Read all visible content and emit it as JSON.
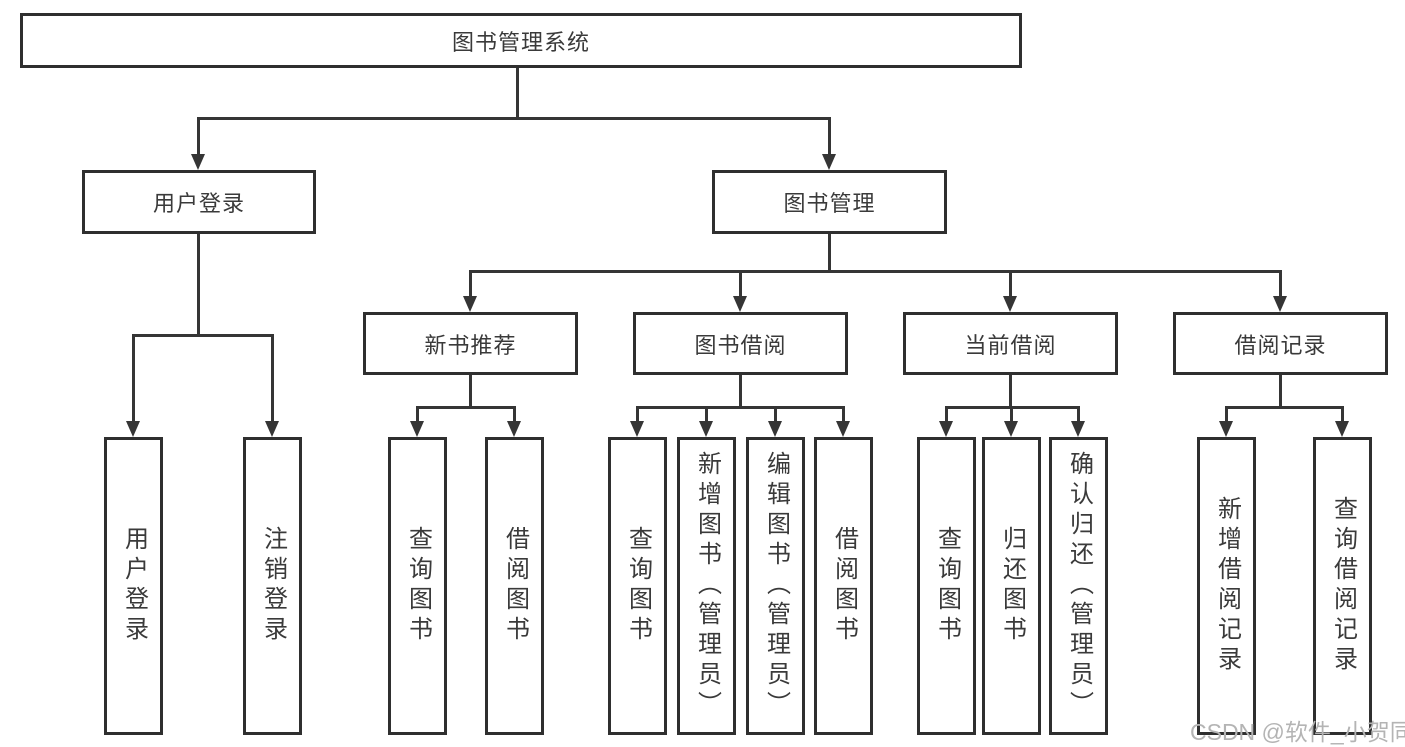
{
  "diagram_title": "图书管理系统",
  "nodes": {
    "root": "图书管理系统",
    "user_login": "用户登录",
    "book_mgmt": "图书管理",
    "new_rec": "新书推荐",
    "book_borrow": "图书借阅",
    "current_borrow": "当前借阅",
    "borrow_record": "借阅记录",
    "login": "用户登录",
    "logout": "注销登录",
    "rec_query": "查询图书",
    "rec_borrow": "借阅图书",
    "bor_query": "查询图书",
    "bor_add": "新增图书（管理员）",
    "bor_edit": "编辑图书（管理员）",
    "bor_borrow": "借阅图书",
    "cur_query": "查询图书",
    "cur_return": "归还图书",
    "cur_confirm": "确认归还（管理员）",
    "record_add": "新增借阅记录",
    "record_query": "查询借阅记录"
  },
  "watermark": "CSDN @软件_小贺同学",
  "colors": {
    "line": "#353535",
    "box_border": "#2f2f2f",
    "text": "#3a3a3a",
    "watermark": "#b4b4b4",
    "background": "#ffffff"
  }
}
